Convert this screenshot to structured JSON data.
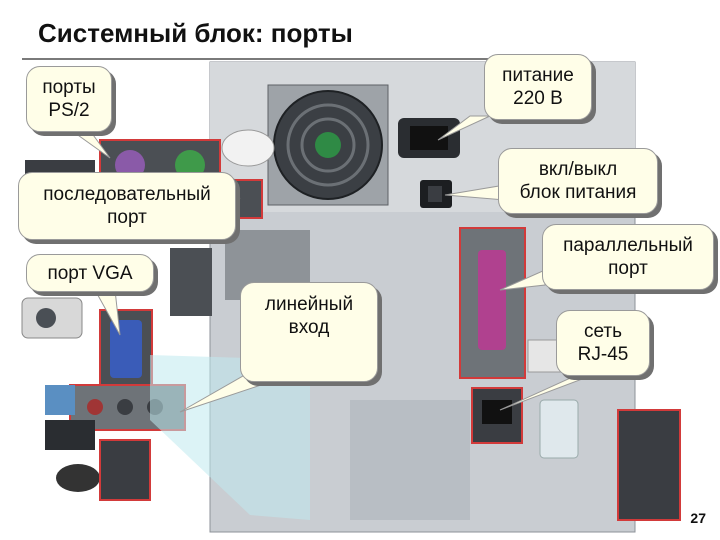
{
  "slide": {
    "title": "Системный блок: порты",
    "page_number": "27"
  },
  "callouts": {
    "ps2": "порты\nPS/2",
    "serial": "последовательный\nпорт",
    "vga": "порт VGA",
    "power": "питание\n220 В",
    "switch": "вкл/выкл\nблок питания",
    "parallel": "параллельный\nпорт",
    "line_in": "линейный\nвход",
    "network": "сеть\nRJ-45"
  },
  "colors": {
    "callout_fill": "#fffee8",
    "case_metal": "#c9cdd2",
    "highlight_frame": "#d23a3a",
    "ps2_purple": "#8a5aa8",
    "ps2_green": "#3f9a4a",
    "vga_blue": "#3a5cb8",
    "parallel_magenta": "#b0418f",
    "glass_blue": "#bfe9ef"
  }
}
